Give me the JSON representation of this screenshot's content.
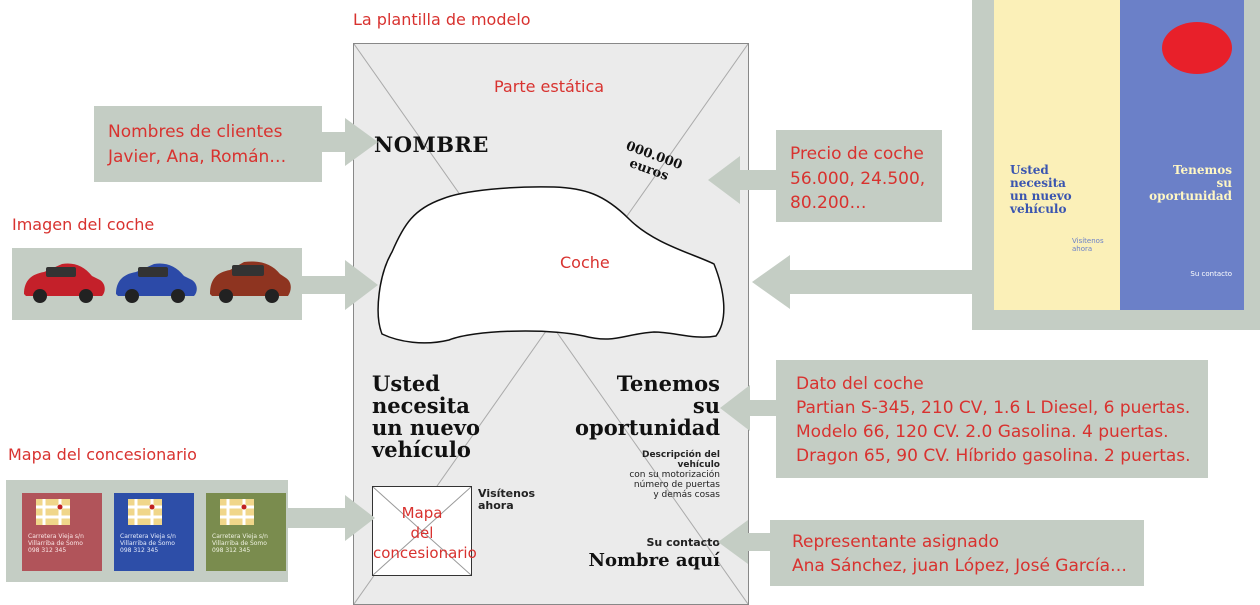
{
  "template_title": "La plantilla de modelo",
  "static_part": "Parte estática",
  "template": {
    "name": "NOMBRE",
    "price_line1": "000.000",
    "price_line2": "euros",
    "car": "Coche",
    "headline_left": [
      "Usted",
      "necesita",
      "un nuevo",
      "vehículo"
    ],
    "headline_right": [
      "Tenemos",
      "su",
      "oportunidad"
    ],
    "description": [
      "Descripción del",
      "vehículo",
      "con su motorización",
      "número de puertas",
      "y demás cosas"
    ],
    "map": [
      "Mapa",
      "del",
      "concesionario"
    ],
    "visit": [
      "Visítenos",
      "ahora"
    ],
    "contact_label": "Su contacto",
    "contact_name": "Nombre aquí"
  },
  "inputs": {
    "clients": {
      "title": "Nombres de clientes",
      "values": "Javier, Ana, Román…"
    },
    "car_image": {
      "heading": "Imagen del coche",
      "colors": [
        "#c4202a",
        "#2c4aa8",
        "#8e3420"
      ]
    },
    "dealer_map": {
      "heading": "Mapa del concesionario",
      "cards": [
        {
          "color": "#b1545a",
          "lines": [
            "Carretera Vieja s/n",
            "Villarriba de Somo",
            "098 312 345"
          ]
        },
        {
          "color": "#2d4ea8",
          "lines": [
            "Carretera Vieja s/n",
            "Villarriba de Somo",
            "098 312 345"
          ]
        },
        {
          "color": "#7a8c4e",
          "lines": [
            "Carretera Vieja s/n",
            "Villarriba de Somo",
            "098 312 345"
          ]
        }
      ]
    },
    "price": {
      "title": "Precio de coche",
      "values": [
        "56.000, 24.500,",
        "80.200…"
      ]
    },
    "car_data": {
      "title": "Dato del coche",
      "lines": [
        "Partian S-345, 210 CV, 1.6 L Diesel, 6 puertas.",
        "Modelo 66, 120 CV. 2.0 Gasolina. 4 puertas.",
        "Dragon 65, 90 CV. Híbrido gasolina. 2 puertas."
      ]
    },
    "rep": {
      "title": "Representante asignado",
      "values": "Ana Sánchez, juan López, José García…"
    }
  },
  "preview": {
    "left_headline": [
      "Usted",
      "necesita",
      "un nuevo",
      "vehículo"
    ],
    "left_visit": [
      "Visítenos",
      "ahora"
    ],
    "right_headline": [
      "Tenemos",
      "su",
      "oportunidad"
    ],
    "right_contact": "Su contacto",
    "colors": {
      "left": "#fbf0b8",
      "right": "#6b80c8",
      "blob": "#e8202a"
    }
  },
  "colors": {
    "accent": "#d8322f",
    "box": "#c4cdc4",
    "template_bg": "#ebebeb"
  }
}
